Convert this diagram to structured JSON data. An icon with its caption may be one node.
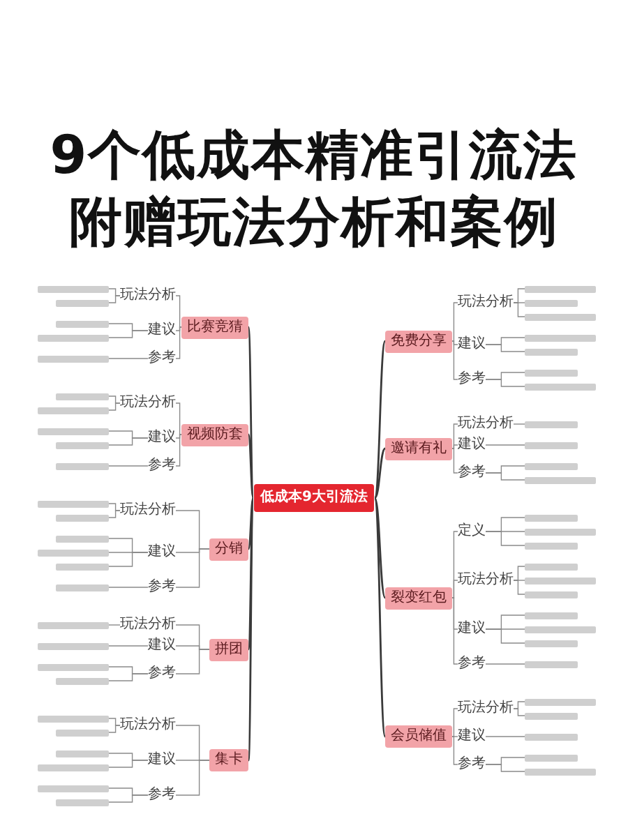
{
  "diagram": {
    "title": "9个低成本精准引流法附赠玩法分析和案例",
    "nodes": [
      {
        "text": [
          "低成本9大引流法"
        ]
      },
      {
        "text": [
          "比赛竞猜"
        ]
      },
      {
        "text": [
          "玩法分析"
        ]
      },
      {
        "text": [],
        "shape": "bar"
      },
      {
        "text": [],
        "shape": "bar"
      },
      {
        "text": [
          "建议"
        ]
      },
      {
        "text": [],
        "shape": "bar"
      },
      {
        "text": [],
        "shape": "bar"
      },
      {
        "text": [
          "参考"
        ]
      },
      {
        "text": [],
        "shape": "bar"
      },
      {
        "text": [
          "视频防套"
        ]
      },
      {
        "text": [
          "玩法分析"
        ]
      },
      {
        "text": [],
        "shape": "bar"
      },
      {
        "text": [],
        "shape": "bar"
      },
      {
        "text": [
          "建议"
        ]
      },
      {
        "text": [],
        "shape": "bar"
      },
      {
        "text": [],
        "shape": "bar"
      },
      {
        "text": [
          "参考"
        ]
      },
      {
        "text": [],
        "shape": "bar"
      },
      {
        "text": [
          "分销"
        ]
      },
      {
        "text": [
          "玩法分析"
        ]
      },
      {
        "text": [],
        "shape": "bar"
      },
      {
        "text": [],
        "shape": "bar"
      },
      {
        "text": [
          "建议"
        ]
      },
      {
        "text": [],
        "shape": "bar"
      },
      {
        "text": [],
        "shape": "bar"
      },
      {
        "text": [],
        "shape": "bar"
      },
      {
        "text": [
          "参考"
        ]
      },
      {
        "text": [],
        "shape": "bar"
      },
      {
        "text": [
          "拼团"
        ]
      },
      {
        "text": [
          "玩法分析"
        ]
      },
      {
        "text": [],
        "shape": "bar"
      },
      {
        "text": [
          "建议"
        ]
      },
      {
        "text": [],
        "shape": "bar"
      },
      {
        "text": [
          "参考"
        ]
      },
      {
        "text": [],
        "shape": "bar"
      },
      {
        "text": [],
        "shape": "bar"
      },
      {
        "text": [
          "集卡"
        ]
      },
      {
        "text": [
          "玩法分析"
        ]
      },
      {
        "text": [],
        "shape": "bar"
      },
      {
        "text": [],
        "shape": "bar"
      },
      {
        "text": [
          "建议"
        ]
      },
      {
        "text": [],
        "shape": "bar"
      },
      {
        "text": [],
        "shape": "bar"
      },
      {
        "text": [
          "参考"
        ]
      },
      {
        "text": [],
        "shape": "bar"
      },
      {
        "text": [],
        "shape": "bar"
      },
      {
        "text": [
          "免费分享"
        ]
      },
      {
        "text": [
          "玩法分析"
        ]
      },
      {
        "text": [],
        "shape": "bar"
      },
      {
        "text": [],
        "shape": "bar"
      },
      {
        "text": [],
        "shape": "bar"
      },
      {
        "text": [
          "建议"
        ]
      },
      {
        "text": [],
        "shape": "bar"
      },
      {
        "text": [],
        "shape": "bar"
      },
      {
        "text": [
          "参考"
        ]
      },
      {
        "text": [],
        "shape": "bar"
      },
      {
        "text": [],
        "shape": "bar"
      },
      {
        "text": [
          "邀请有礼"
        ]
      },
      {
        "text": [
          "玩法分析"
        ]
      },
      {
        "text": [],
        "shape": "bar"
      },
      {
        "text": [
          "建议"
        ]
      },
      {
        "text": [],
        "shape": "bar"
      },
      {
        "text": [
          "参考"
        ]
      },
      {
        "text": [],
        "shape": "bar"
      },
      {
        "text": [],
        "shape": "bar"
      },
      {
        "text": [
          "裂变红包"
        ]
      },
      {
        "text": [
          "定义"
        ]
      },
      {
        "text": [],
        "shape": "bar"
      },
      {
        "text": [],
        "shape": "bar"
      },
      {
        "text": [],
        "shape": "bar"
      },
      {
        "text": [
          "玩法分析"
        ]
      },
      {
        "text": [],
        "shape": "bar"
      },
      {
        "text": [],
        "shape": "bar"
      },
      {
        "text": [],
        "shape": "bar"
      },
      {
        "text": [
          "建议"
        ]
      },
      {
        "text": [],
        "shape": "bar"
      },
      {
        "text": [],
        "shape": "bar"
      },
      {
        "text": [],
        "shape": "bar"
      },
      {
        "text": [
          "参考"
        ]
      },
      {
        "text": [],
        "shape": "bar"
      },
      {
        "text": [
          "会员储值"
        ]
      },
      {
        "text": [
          "玩法分析"
        ]
      },
      {
        "text": [],
        "shape": "bar"
      },
      {
        "text": [],
        "shape": "bar"
      },
      {
        "text": [
          "建议"
        ]
      },
      {
        "text": [],
        "shape": "bar"
      },
      {
        "text": [
          "参考"
        ]
      },
      {
        "text": [],
        "shape": "bar"
      },
      {
        "text": [],
        "shape": "bar"
      }
    ],
    "edges": [
      {
        "from": 0,
        "to": 1,
        "arrow": "none"
      },
      {
        "from": 0,
        "to": 10,
        "arrow": "none"
      },
      {
        "from": 0,
        "to": 19,
        "arrow": "none"
      },
      {
        "from": 0,
        "to": 29,
        "arrow": "none"
      },
      {
        "from": 0,
        "to": 37,
        "arrow": "none"
      },
      {
        "from": 0,
        "to": 47,
        "arrow": "none"
      },
      {
        "from": 0,
        "to": 58,
        "arrow": "none"
      },
      {
        "from": 0,
        "to": 66,
        "arrow": "none"
      },
      {
        "from": 0,
        "to": 81,
        "arrow": "none"
      },
      {
        "from": 1,
        "to": 2,
        "arrow": "none"
      },
      {
        "from": 2,
        "to": 3,
        "arrow": "none"
      },
      {
        "from": 2,
        "to": 4,
        "arrow": "none"
      },
      {
        "from": 1,
        "to": 5,
        "arrow": "none"
      },
      {
        "from": 5,
        "to": 6,
        "arrow": "none"
      },
      {
        "from": 5,
        "to": 7,
        "arrow": "none"
      },
      {
        "from": 1,
        "to": 8,
        "arrow": "none"
      },
      {
        "from": 8,
        "to": 9,
        "arrow": "none"
      },
      {
        "from": 10,
        "to": 11,
        "arrow": "none"
      },
      {
        "from": 11,
        "to": 12,
        "arrow": "none"
      },
      {
        "from": 11,
        "to": 13,
        "arrow": "none"
      },
      {
        "from": 10,
        "to": 14,
        "arrow": "none"
      },
      {
        "from": 14,
        "to": 15,
        "arrow": "none"
      },
      {
        "from": 14,
        "to": 16,
        "arrow": "none"
      },
      {
        "from": 10,
        "to": 17,
        "arrow": "none"
      },
      {
        "from": 17,
        "to": 18,
        "arrow": "none"
      },
      {
        "from": 19,
        "to": 20,
        "arrow": "none"
      },
      {
        "from": 20,
        "to": 21,
        "arrow": "none"
      },
      {
        "from": 20,
        "to": 22,
        "arrow": "none"
      },
      {
        "from": 19,
        "to": 23,
        "arrow": "none"
      },
      {
        "from": 23,
        "to": 24,
        "arrow": "none"
      },
      {
        "from": 23,
        "to": 25,
        "arrow": "none"
      },
      {
        "from": 23,
        "to": 26,
        "arrow": "none"
      },
      {
        "from": 19,
        "to": 27,
        "arrow": "none"
      },
      {
        "from": 27,
        "to": 28,
        "arrow": "none"
      },
      {
        "from": 29,
        "to": 30,
        "arrow": "none"
      },
      {
        "from": 30,
        "to": 31,
        "arrow": "none"
      },
      {
        "from": 29,
        "to": 32,
        "arrow": "none"
      },
      {
        "from": 32,
        "to": 33,
        "arrow": "none"
      },
      {
        "from": 29,
        "to": 34,
        "arrow": "none"
      },
      {
        "from": 34,
        "to": 35,
        "arrow": "none"
      },
      {
        "from": 34,
        "to": 36,
        "arrow": "none"
      },
      {
        "from": 37,
        "to": 38,
        "arrow": "none"
      },
      {
        "from": 38,
        "to": 39,
        "arrow": "none"
      },
      {
        "from": 38,
        "to": 40,
        "arrow": "none"
      },
      {
        "from": 37,
        "to": 41,
        "arrow": "none"
      },
      {
        "from": 41,
        "to": 42,
        "arrow": "none"
      },
      {
        "from": 41,
        "to": 43,
        "arrow": "none"
      },
      {
        "from": 37,
        "to": 44,
        "arrow": "none"
      },
      {
        "from": 44,
        "to": 45,
        "arrow": "none"
      },
      {
        "from": 44,
        "to": 46,
        "arrow": "none"
      },
      {
        "from": 47,
        "to": 48,
        "arrow": "none"
      },
      {
        "from": 48,
        "to": 49,
        "arrow": "none"
      },
      {
        "from": 48,
        "to": 50,
        "arrow": "none"
      },
      {
        "from": 48,
        "to": 51,
        "arrow": "none"
      },
      {
        "from": 47,
        "to": 52,
        "arrow": "none"
      },
      {
        "from": 52,
        "to": 53,
        "arrow": "none"
      },
      {
        "from": 52,
        "to": 54,
        "arrow": "none"
      },
      {
        "from": 47,
        "to": 55,
        "arrow": "none"
      },
      {
        "from": 55,
        "to": 56,
        "arrow": "none"
      },
      {
        "from": 55,
        "to": 57,
        "arrow": "none"
      },
      {
        "from": 58,
        "to": 59,
        "arrow": "none"
      },
      {
        "from": 59,
        "to": 60,
        "arrow": "none"
      },
      {
        "from": 58,
        "to": 61,
        "arrow": "none"
      },
      {
        "from": 61,
        "to": 62,
        "arrow": "none"
      },
      {
        "from": 58,
        "to": 63,
        "arrow": "none"
      },
      {
        "from": 63,
        "to": 64,
        "arrow": "none"
      },
      {
        "from": 63,
        "to": 65,
        "arrow": "none"
      },
      {
        "from": 66,
        "to": 67,
        "arrow": "none"
      },
      {
        "from": 67,
        "to": 68,
        "arrow": "none"
      },
      {
        "from": 67,
        "to": 69,
        "arrow": "none"
      },
      {
        "from": 67,
        "to": 70,
        "arrow": "none"
      },
      {
        "from": 66,
        "to": 71,
        "arrow": "none"
      },
      {
        "from": 71,
        "to": 72,
        "arrow": "none"
      },
      {
        "from": 71,
        "to": 73,
        "arrow": "none"
      },
      {
        "from": 71,
        "to": 74,
        "arrow": "none"
      },
      {
        "from": 66,
        "to": 75,
        "arrow": "none"
      },
      {
        "from": 75,
        "to": 76,
        "arrow": "none"
      },
      {
        "from": 75,
        "to": 77,
        "arrow": "none"
      },
      {
        "from": 75,
        "to": 78,
        "arrow": "none"
      },
      {
        "from": 66,
        "to": 79,
        "arrow": "none"
      },
      {
        "from": 79,
        "to": 80,
        "arrow": "none"
      },
      {
        "from": 81,
        "to": 82,
        "arrow": "none"
      },
      {
        "from": 82,
        "to": 83,
        "arrow": "none"
      },
      {
        "from": 82,
        "to": 84,
        "arrow": "none"
      },
      {
        "from": 81,
        "to": 85,
        "arrow": "none"
      },
      {
        "from": 85,
        "to": 86,
        "arrow": "none"
      },
      {
        "from": 81,
        "to": 87,
        "arrow": "none"
      },
      {
        "from": 87,
        "to": 88,
        "arrow": "none"
      },
      {
        "from": 87,
        "to": 89,
        "arrow": "none"
      }
    ]
  }
}
